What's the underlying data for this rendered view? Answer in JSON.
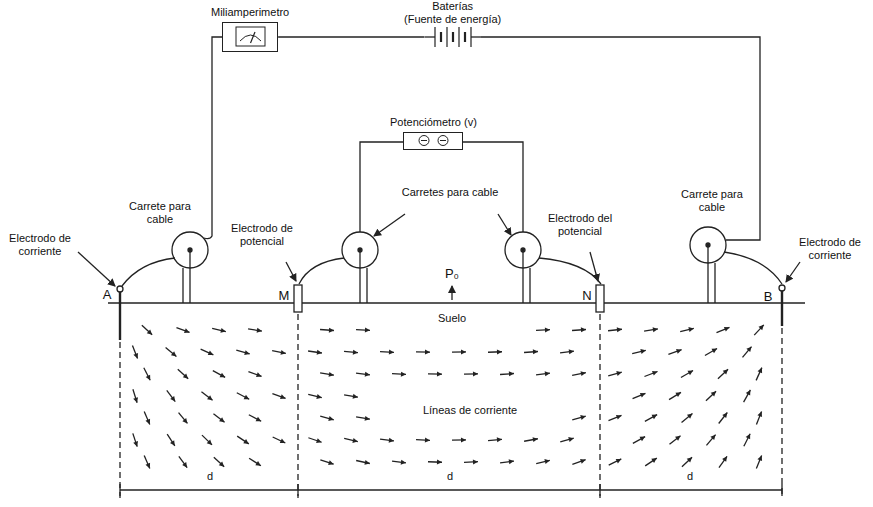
{
  "diagram": {
    "nodes": [
      {
        "text": [
          "Miliamperimetro"
        ]
      },
      {
        "text": [
          "Baterías",
          "(Fuente de energía)"
        ]
      },
      {
        "text": [
          "Potenciómetro (v)"
        ]
      }
    ],
    "edges": [
      {
        "from": 0,
        "to": 1,
        "arrow": "none"
      }
    ],
    "labels": [
      "Carrete para cable",
      "Electrodo de corriente",
      "A",
      "Electrodo de potencial",
      "M",
      "Carretes para cable",
      "P₀",
      "Suelo",
      "Electrodo del potencial",
      "N",
      "Carrete para cable",
      "Electrodo de corriente",
      "B",
      "Líneas de corriente",
      "d",
      "d",
      "d"
    ]
  }
}
